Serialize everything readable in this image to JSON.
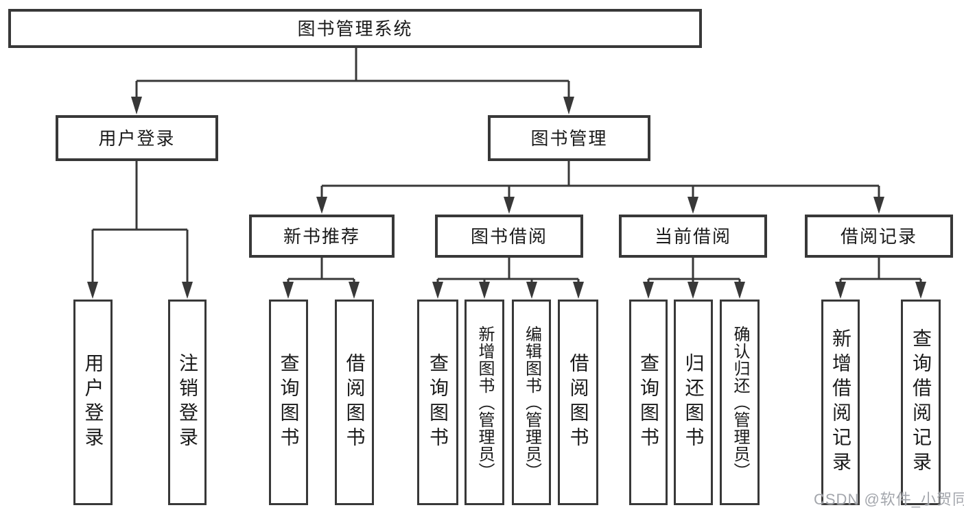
{
  "diagram_title": "图书管理系统",
  "tree": {
    "root": {
      "label": "图书管理系统",
      "children": [
        {
          "label": "用户登录",
          "children": [
            {
              "label": "用户登录"
            },
            {
              "label": "注销登录"
            }
          ]
        },
        {
          "label": "图书管理",
          "children": [
            {
              "label": "新书推荐",
              "children": [
                {
                  "label": "查询图书"
                },
                {
                  "label": "借阅图书"
                }
              ]
            },
            {
              "label": "图书借阅",
              "children": [
                {
                  "label": "查询图书"
                },
                {
                  "label": "新增图书（管理员）"
                },
                {
                  "label": "编辑图书（管理员）"
                },
                {
                  "label": "借阅图书"
                }
              ]
            },
            {
              "label": "当前借阅",
              "children": [
                {
                  "label": "查询图书"
                },
                {
                  "label": "归还图书"
                },
                {
                  "label": "确认归还（管理员）"
                }
              ]
            },
            {
              "label": "借阅记录",
              "children": [
                {
                  "label": "新增借阅记录"
                },
                {
                  "label": "查询借阅记录"
                }
              ]
            }
          ]
        }
      ]
    }
  },
  "watermark": {
    "text": "CSDN @软件_小贺同学"
  },
  "colors": {
    "line": "#383838",
    "box_border": "#383838",
    "text": "#1a1a1a",
    "watermark": "#9b9ea5",
    "background": "#ffffff"
  }
}
